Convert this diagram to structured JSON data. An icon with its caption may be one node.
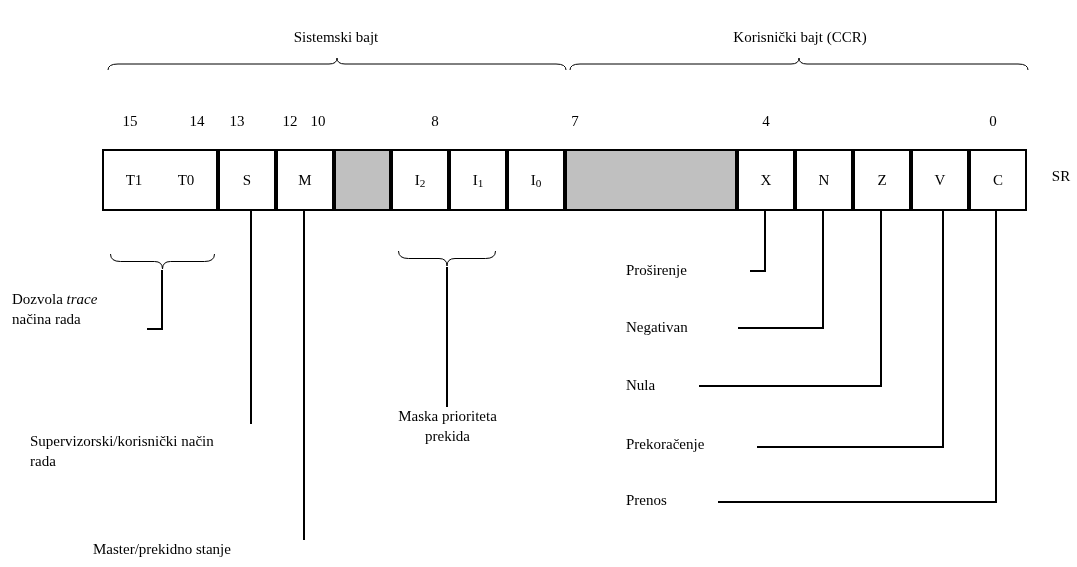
{
  "diagram": {
    "nodes": [
      {
        "text": [
          "T1",
          "T0"
        ]
      },
      {
        "text": [
          "S"
        ]
      },
      {
        "text": [
          "M"
        ]
      },
      {
        "text": [],
        "shape": "box"
      },
      {
        "text": [
          "I$_{2}$"
        ]
      },
      {
        "text": [
          "I$_{1}$"
        ]
      },
      {
        "text": [
          "I$_{0}$"
        ]
      },
      {
        "text": [],
        "shape": "box"
      },
      {
        "text": [
          "X"
        ]
      },
      {
        "text": [
          "N"
        ]
      },
      {
        "text": [
          "Z"
        ]
      },
      {
        "text": [
          "V"
        ]
      },
      {
        "text": [
          "C"
        ]
      },
      {
        "text": [],
        "shape": "brace"
      },
      {
        "text": [],
        "shape": "brace"
      },
      {
        "text": [
          "Dozvola *trace* načina rada"
        ]
      },
      {
        "text": [
          "Supervizorski/korisnički način rada"
        ]
      },
      {
        "text": [
          "Maska prioriteta prekida"
        ]
      },
      {
        "text": [
          "Master/prekidno stanje"
        ]
      },
      {
        "text": [
          "Proširenje"
        ]
      },
      {
        "text": [
          "Negativan"
        ]
      },
      {
        "text": [
          "Nula"
        ]
      },
      {
        "text": [
          "Prekoračenje"
        ]
      },
      {
        "text": [
          "Prenos"
        ]
      }
    ],
    "edges": [
      {
        "from": 15,
        "to": 13,
        "arrow": "none"
      },
      {
        "from": 16,
        "to": 1,
        "arrow": "none"
      },
      {
        "from": 17,
        "to": 14,
        "arrow": "none"
      },
      {
        "from": 18,
        "to": 2,
        "arrow": "none"
      },
      {
        "from": 19,
        "to": 8,
        "arrow": "none"
      },
      {
        "from": 20,
        "to": 9,
        "arrow": "none"
      },
      {
        "from": 21,
        "to": 10,
        "arrow": "none"
      },
      {
        "from": 22,
        "to": 11,
        "arrow": "none"
      },
      {
        "from": 23,
        "to": 12,
        "arrow": "none"
      }
    ],
    "labels": [
      "Sistemski bajt",
      "Korisnički bajt (CCR)",
      "15",
      "14",
      "13",
      "12",
      "10",
      "8",
      "7",
      "4",
      "0",
      "SR"
    ]
  }
}
